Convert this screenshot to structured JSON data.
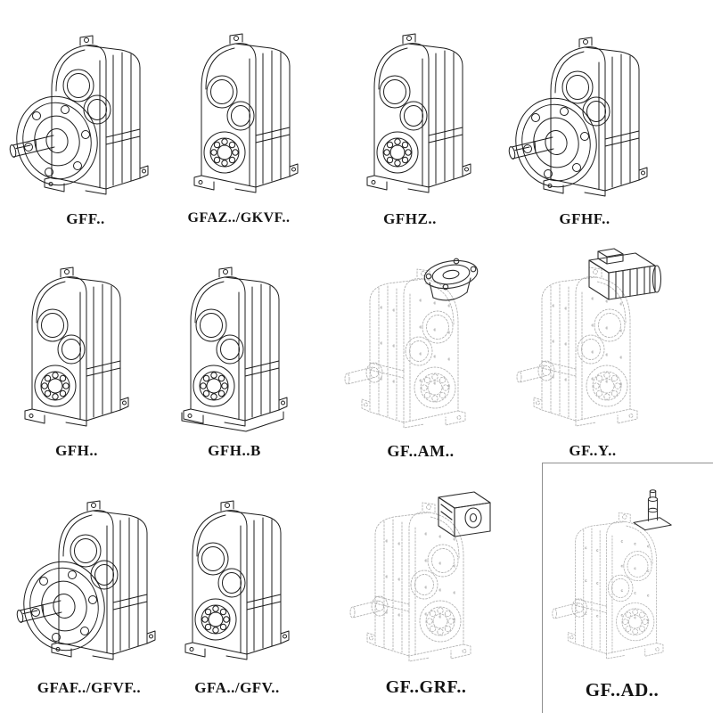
{
  "page": {
    "background_color": "#ffffff"
  },
  "colors": {
    "page_bg": "#ffffff",
    "line": "#1c1c1c",
    "phantom": "#b3b3b3",
    "attachment": "#2e2e2e",
    "label": "#141414",
    "frame": "#8f8f8f"
  },
  "catalog": {
    "labels": [
      "GFF..",
      "GFAZ../GKVF..",
      "GFHZ..",
      "GFHF..",
      "GFH..",
      "GFH..B",
      "GF..AM..",
      "GF..Y..",
      "GFAF../GFVF..",
      "GFA../GFV..",
      "GF..GRF..",
      "GF..AD.."
    ]
  }
}
